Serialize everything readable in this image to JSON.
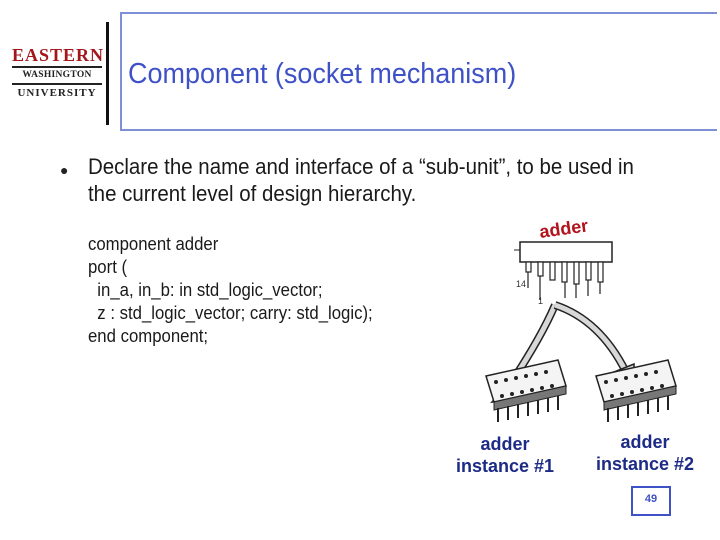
{
  "logo": {
    "line1": "EASTERN",
    "line2": "WASHINGTON",
    "line3": "UNIVERSITY"
  },
  "slide": {
    "title": "Component (socket mechanism)",
    "bullet_text": "Declare the name and interface of a “sub-unit”, to be used in the current level of design hierarchy.",
    "code_lines": [
      "component adder",
      "port (",
      "  in_a, in_b: in std_logic_vector;",
      "  z : std_logic_vector; carry: std_logic);",
      "end component;"
    ]
  },
  "chip": {
    "label": "adder",
    "pin_left": "14",
    "pin_bottom": "1"
  },
  "instances": [
    {
      "line1": "adder",
      "line2": "instance #1"
    },
    {
      "line1": "adder",
      "line2": "instance #2"
    }
  ],
  "page_number": "49",
  "colors": {
    "title": "#3e51c6",
    "logo_red": "#a3171c",
    "chip_label": "#b3121c",
    "instance_text": "#1d2b86"
  }
}
